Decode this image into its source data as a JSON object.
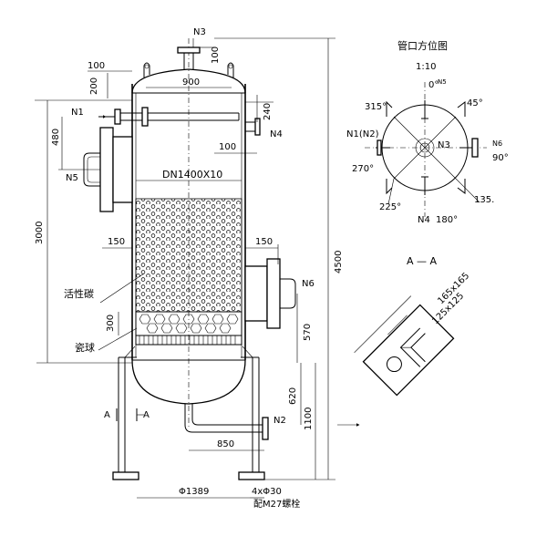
{
  "nozzles": {
    "n1": "N1",
    "n2": "N2",
    "n3": "N3",
    "n4": "N4",
    "n5": "N5",
    "n6": "N6"
  },
  "dimensions": {
    "d100_top": "100",
    "d100_n3": "100",
    "d200": "200",
    "d900": "900",
    "d240": "240",
    "d100_n4": "100",
    "d480": "480",
    "dn": "DN1400X10",
    "d3000": "3000",
    "d4500": "4500",
    "d150_left": "150",
    "d150_right": "150",
    "d300": "300",
    "d570": "570",
    "d620": "620",
    "d1100": "1100",
    "d850": "850",
    "d1389": "Φ1389",
    "bolts": "4xΦ30",
    "bolt_note": "配M27螺栓"
  },
  "labels": {
    "activated_carbon": "活性碳",
    "ceramic_balls": "瓷球",
    "section_mark_left": "A",
    "section_mark_right": "A"
  },
  "orientation_view": {
    "title": "管口方位图",
    "scale": "1:10",
    "deg_0": "0°",
    "n5_small": "N5",
    "deg_45": "45°",
    "deg_315": "315°",
    "n1n2": "N1(N2)",
    "n3": "N3",
    "n6": "N6",
    "deg_90": "90°",
    "deg_270": "270°",
    "deg_135": "135.",
    "deg_225": "225°",
    "n4": "N4",
    "deg_180": "180°"
  },
  "section_view": {
    "title": "A — A",
    "dim_outer": "165x165",
    "dim_inner": "125x125"
  }
}
